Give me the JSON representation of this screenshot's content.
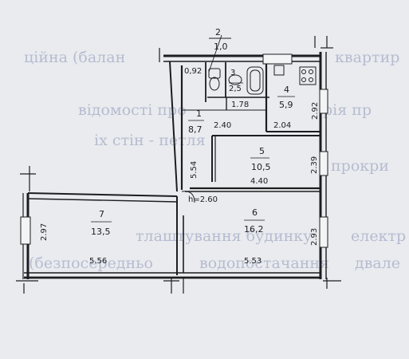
{
  "background_lines": [
    "ційна (балан",
    "квартир",
    "відомості  про",
    "рія  пр",
    "іх стін - петля",
    "прокри",
    "тлаштування  будинку",
    "електр",
    "(безпосередньо",
    "водопостачання",
    "двале"
  ],
  "annotations": {
    "top_label": "2",
    "top_value": "1,0",
    "height_note": "h=2.60",
    "corner_value": "0,92"
  },
  "rooms": [
    {
      "id": "1",
      "area": "8,7"
    },
    {
      "id": "3",
      "area": "2,5"
    },
    {
      "id": "4",
      "area": "5,9"
    },
    {
      "id": "5",
      "area": "10,5"
    },
    {
      "id": "6",
      "area": "16,2"
    },
    {
      "id": "7",
      "area": "13,5"
    }
  ],
  "dimensions": {
    "d_178": "1.78",
    "d_240": "2.40",
    "d_204": "2.04",
    "d_292": "2.92",
    "d_554": "5.54",
    "d_440": "4.40",
    "d_239": "2.39",
    "d_297": "2.97",
    "d_556": "5.56",
    "d_553": "5.53",
    "d_293": "2.93"
  }
}
